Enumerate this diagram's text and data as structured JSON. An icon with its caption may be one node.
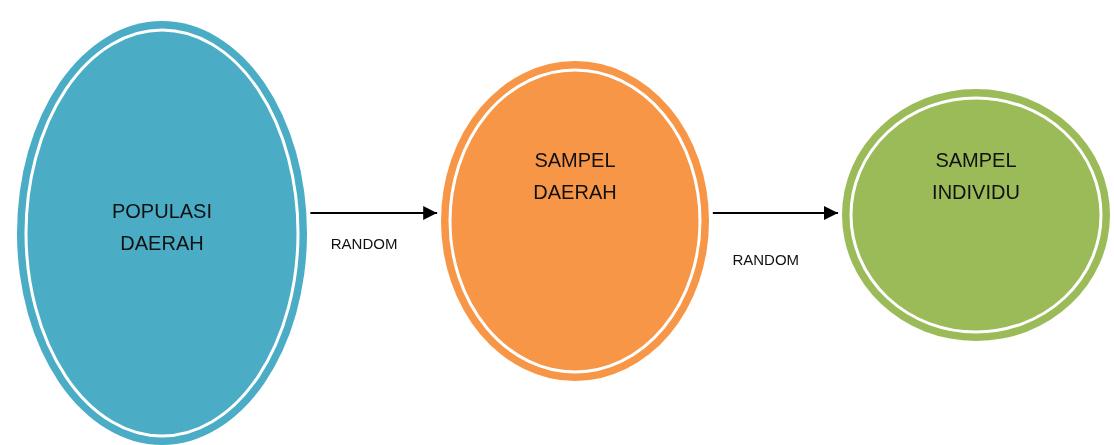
{
  "diagram": {
    "nodes": [
      {
        "text": [
          "POPULASI DAERAH"
        ]
      },
      {
        "text": [
          "SAMPEL DAERAH"
        ]
      },
      {
        "text": [
          "SAMPEL INDIVIDU"
        ]
      }
    ],
    "edges": [
      {
        "from": 0,
        "to": 1,
        "arrow": "to",
        "label": "RANDOM"
      },
      {
        "from": 1,
        "to": 2,
        "arrow": "to",
        "label": "RANDOM"
      }
    ]
  }
}
